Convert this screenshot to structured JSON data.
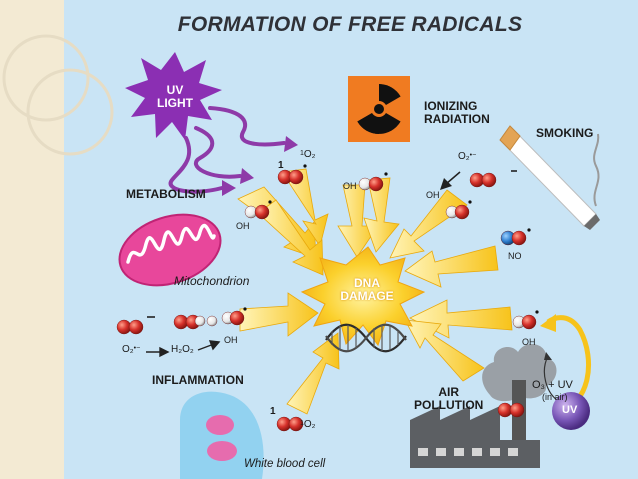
{
  "title": "FORMATION OF FREE RADICALS",
  "center_label": [
    "DNA",
    "DAMAGE"
  ],
  "sources": {
    "uv_light": [
      "UV",
      "LIGHT"
    ],
    "ionizing_radiation": [
      "IONIZING",
      "RADIATION"
    ],
    "smoking": "SMOKING",
    "metabolism": "METABOLISM",
    "inflammation": "INFLAMMATION",
    "air_pollution": [
      "AIR",
      "POLLUTION"
    ]
  },
  "labels": {
    "mitochondrion": "Mitochondrion",
    "white_blood_cell": "White blood cell",
    "ozone_uv": "O₃ + UV",
    "in_air": "(in air)",
    "uv_ball": "UV"
  },
  "species": {
    "singlet_oxygen": "O₂",
    "singlet_prefix": "1",
    "hydroxyl": "OH",
    "superoxide": "O₂",
    "superoxide_charge": "•−",
    "nitric_oxide": "NO",
    "hydrogen_peroxide": "H₂O₂",
    "radical_dot": "•"
  },
  "colors": {
    "background": "#c9e4f5",
    "left_band": "#f3ead3",
    "arrow_yellow": "#f7c31a",
    "uv_star": "#8b2fb3",
    "uv_arrow": "#8e3aa8",
    "radiation_box": "#f07b21",
    "mitochondrion": "#e8479b",
    "oxygen_atom": "#d6312b",
    "hydrogen_atom": "#f2f2f2",
    "nitrogen_atom": "#2e7fd0",
    "dna_burst": "#f8c21b"
  }
}
